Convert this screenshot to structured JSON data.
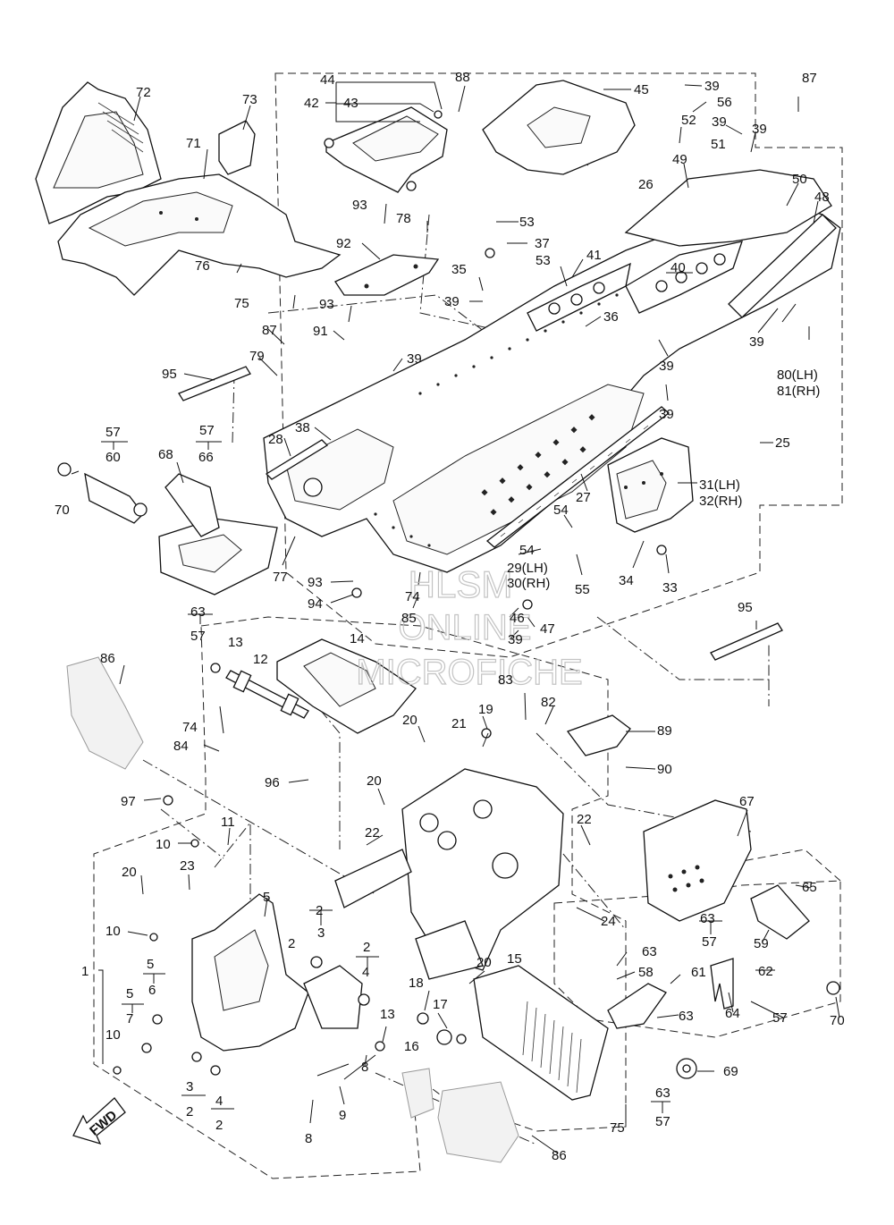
{
  "watermark": {
    "line1": "HLSM",
    "line2": "ONLINE",
    "line3": "MICROFICHE"
  },
  "fwd_label": "FWD",
  "labels": {
    "l1": "1",
    "l2a": "2",
    "l2b": "2",
    "l2c": "2",
    "l2d": "2",
    "l2e": "2",
    "l3a": "3",
    "l3b": "3",
    "l4a": "4",
    "l4b": "4",
    "l5a": "5",
    "l5b": "5",
    "l5c": "5",
    "l6": "6",
    "l7": "7",
    "l8a": "8",
    "l8b": "8",
    "l9": "9",
    "l10a": "10",
    "l10b": "10",
    "l10c": "10",
    "l11": "11",
    "l12": "12",
    "l13a": "13",
    "l13b": "13",
    "l14": "14",
    "l15": "15",
    "l16": "16",
    "l17": "17",
    "l18": "18",
    "l19": "19",
    "l20a": "20",
    "l20b": "20",
    "l20c": "20",
    "l20d": "20",
    "l21": "21",
    "l22a": "22",
    "l22b": "22",
    "l23": "23",
    "l24": "24",
    "l25": "25",
    "l26": "26",
    "l27": "27",
    "l28": "28",
    "l29": "29(LH)",
    "l30": "30(RH)",
    "l31": "31(LH)",
    "l32": "32(RH)",
    "l33": "33",
    "l34": "34",
    "l35": "35",
    "l36": "36",
    "l37": "37",
    "l38": "38",
    "l39a": "39",
    "l39b": "39",
    "l39c": "39",
    "l39d": "39",
    "l39e": "39",
    "l39f": "39",
    "l39g": "39",
    "l39h": "39",
    "l39i": "39",
    "l40": "40",
    "l41": "41",
    "l42": "42",
    "l43": "43",
    "l44": "44",
    "l45": "45",
    "l46": "46",
    "l47": "47",
    "l48": "48",
    "l49": "49",
    "l50": "50",
    "l51": "51",
    "l52": "52",
    "l53a": "53",
    "l53b": "53",
    "l54a": "54",
    "l54b": "54",
    "l55": "55",
    "l56": "56",
    "l57a": "57",
    "l57b": "57",
    "l57c": "57",
    "l57d": "57",
    "l57e": "57",
    "l57f": "57",
    "l58": "58",
    "l59": "59",
    "l60": "60",
    "l61": "61",
    "l62": "62",
    "l63a": "63",
    "l63b": "63",
    "l63c": "63",
    "l63d": "63",
    "l63e": "63",
    "l64": "64",
    "l65": "65",
    "l66": "66",
    "l67": "67",
    "l68": "68",
    "l69": "69",
    "l70a": "70",
    "l70b": "70",
    "l71": "71",
    "l72": "72",
    "l73": "73",
    "l74a": "74",
    "l74b": "74",
    "l75a": "75",
    "l75b": "75",
    "l76": "76",
    "l77": "77",
    "l78": "78",
    "l79": "79",
    "l80": "80(LH)",
    "l81": "81(RH)",
    "l82": "82",
    "l83": "83",
    "l84": "84",
    "l85": "85",
    "l86a": "86",
    "l86b": "86",
    "l87a": "87",
    "l87b": "87",
    "l88": "88",
    "l89": "89",
    "l90": "90",
    "l91": "91",
    "l92": "92",
    "l93a": "93",
    "l93b": "93",
    "l93c": "93",
    "l94": "94",
    "l95a": "95",
    "l95b": "95",
    "l96": "96",
    "l97": "97"
  }
}
